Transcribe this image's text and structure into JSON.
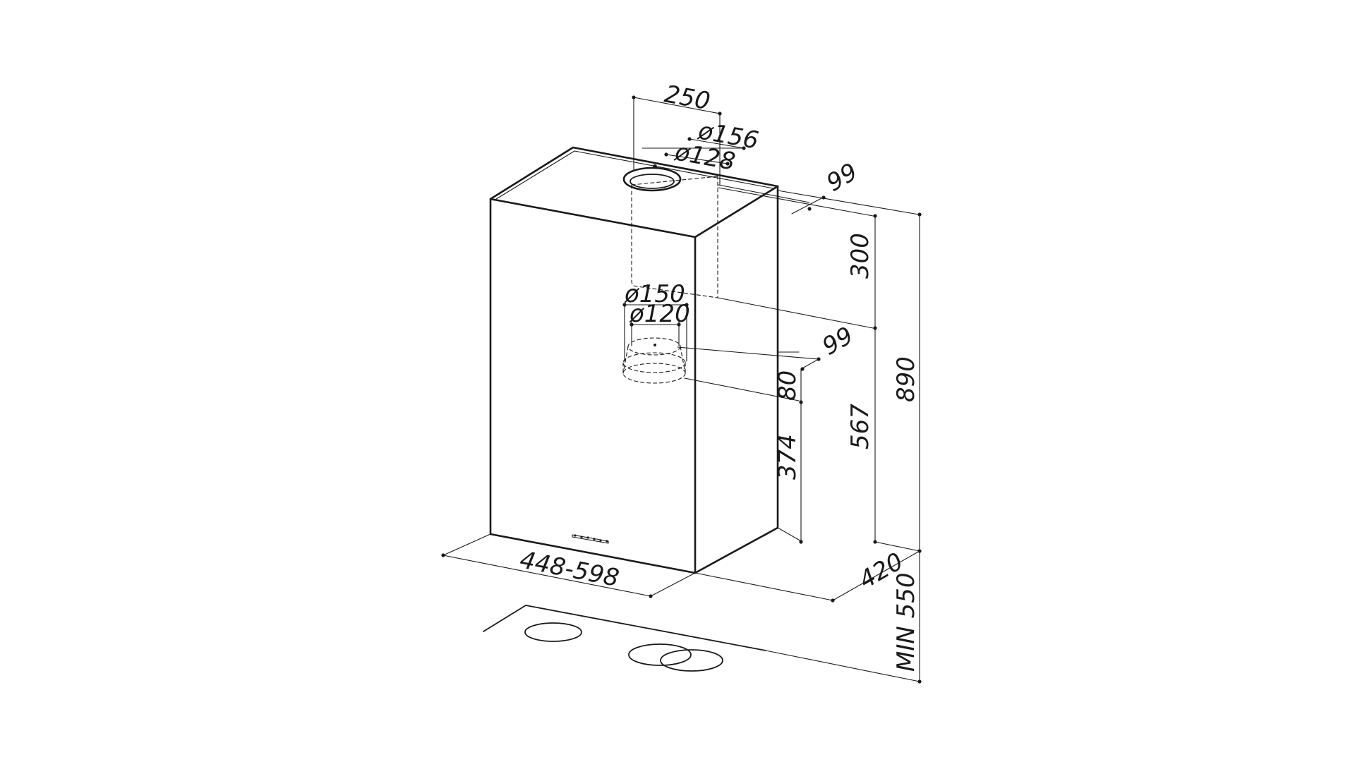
{
  "colors": {
    "line": "#1a1a1a",
    "background": "#ffffff"
  },
  "dimensions": {
    "top_width": "250",
    "top_outer_diameter": "ø156",
    "top_inner_diameter": "ø128",
    "top_depth_offset": "99",
    "upper_height": "300",
    "mid_outer_diameter": "ø150",
    "mid_inner_diameter": "ø120",
    "mid_depth_offset": "99",
    "collar_height": "80",
    "outlet_height": "374",
    "chimney_height": "567",
    "total_height": "890",
    "depth": "420",
    "width_range": "448-598",
    "min_clearance": "MIN 550"
  }
}
